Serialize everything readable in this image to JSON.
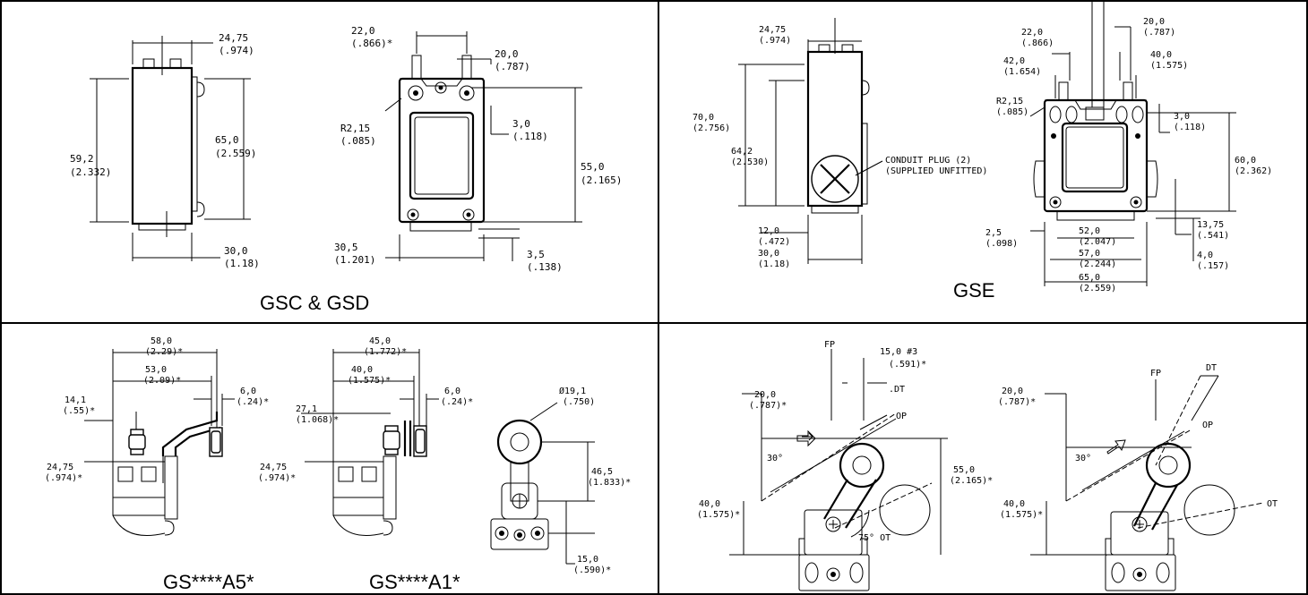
{
  "panels": {
    "gsc_gsd": {
      "caption": "GSC & GSD",
      "dims": {
        "d1": "24,75",
        "d1i": "(.974)",
        "d2": "59,2",
        "d2i": "(2.332)",
        "d3": "65,0",
        "d3i": "(2.559)",
        "d4": "30,0",
        "d4i": "(1.18)",
        "d5": "22,0",
        "d5i": "(.866)*",
        "d6": "20,0",
        "d6i": "(.787)",
        "d7": "R2,15",
        "d7i": "(.085)",
        "d8": "3,0",
        "d8i": "(.118)",
        "d9": "55,0",
        "d9i": "(2.165)",
        "d10": "30,5",
        "d10i": "(1.201)",
        "d11": "3,5",
        "d11i": "(.138)"
      }
    },
    "gse": {
      "caption": "GSE",
      "dims": {
        "d1": "24,75",
        "d1i": "(.974)",
        "d2": "70,0",
        "d2i": "(2.756)",
        "d3": "64,2",
        "d3i": "(2.530)",
        "d4": "12,0",
        "d4i": "(.472)",
        "d5": "30,0",
        "d5i": "(1.18)",
        "d6": "22,0",
        "d6i": "(.866)",
        "d7": "20,0",
        "d7i": "(.787)",
        "d8": "42,0",
        "d8i": "(1.654)",
        "d9": "40,0",
        "d9i": "(1.575)",
        "d10": "R2,15",
        "d10i": "(.085)",
        "d11": "3,0",
        "d11i": "(.118)",
        "d12": "60,0",
        "d12i": "(2.362)",
        "d13": "2,5",
        "d13i": "(.098)",
        "d14": "52,0",
        "d14i": "(2.047)",
        "d15": "13,75",
        "d15i": "(.541)",
        "d16": "57,0",
        "d16i": "(2.244)",
        "d17": "4,0",
        "d17i": "(.157)",
        "d18": "65,0",
        "d18i": "(2.559)",
        "conduit1": "CONDUIT PLUG (2)",
        "conduit2": "(SUPPLIED UNFITTED)"
      }
    },
    "a5_a1": {
      "caption_a5": "GS****A5*",
      "caption_a1": "GS****A1*",
      "dims": {
        "d1": "58,0",
        "d1i": "(2.29)*",
        "d2": "53,0",
        "d2i": "(2.09)*",
        "d3": "14,1",
        "d3i": "(.55)*",
        "d4": "6,0",
        "d4i": "(.24)*",
        "d5": "24,75",
        "d5i": "(.974)*",
        "d6": "45,0",
        "d6i": "(1.772)*",
        "d7": "40,0",
        "d7i": "(1.575)*",
        "d8": "27,1",
        "d8i": "(1.068)*",
        "d9": "6,0",
        "d9i": "(.24)*",
        "d10": "24,75",
        "d10i": "(.974)*",
        "d11": "Ø19,1",
        "d11i": "(.750)",
        "d12": "46,5",
        "d12i": "(1.833)*",
        "d13": "15,0",
        "d13i": "(.590)*"
      }
    },
    "travel": {
      "dims": {
        "fp1": "FP",
        "d1": "15,0 #3",
        "d1i": "(.591)*",
        "dt1": ".DT",
        "d2": "20,0",
        "d2i": "(.787)*",
        "op1": "OP",
        "ang1": "30°",
        "d3": "55,0",
        "d3i": "(2.165)*",
        "d4": "40,0",
        "d4i": "(1.575)*",
        "ot1": "75° OT",
        "fp2": "FP",
        "dt2": "DT",
        "d5": "20,0",
        "d5i": "(.787)*",
        "op2": "OP",
        "ang2": "30°",
        "d6": "40,0",
        "d6i": "(1.575)*",
        "ot2": "OT"
      }
    }
  }
}
